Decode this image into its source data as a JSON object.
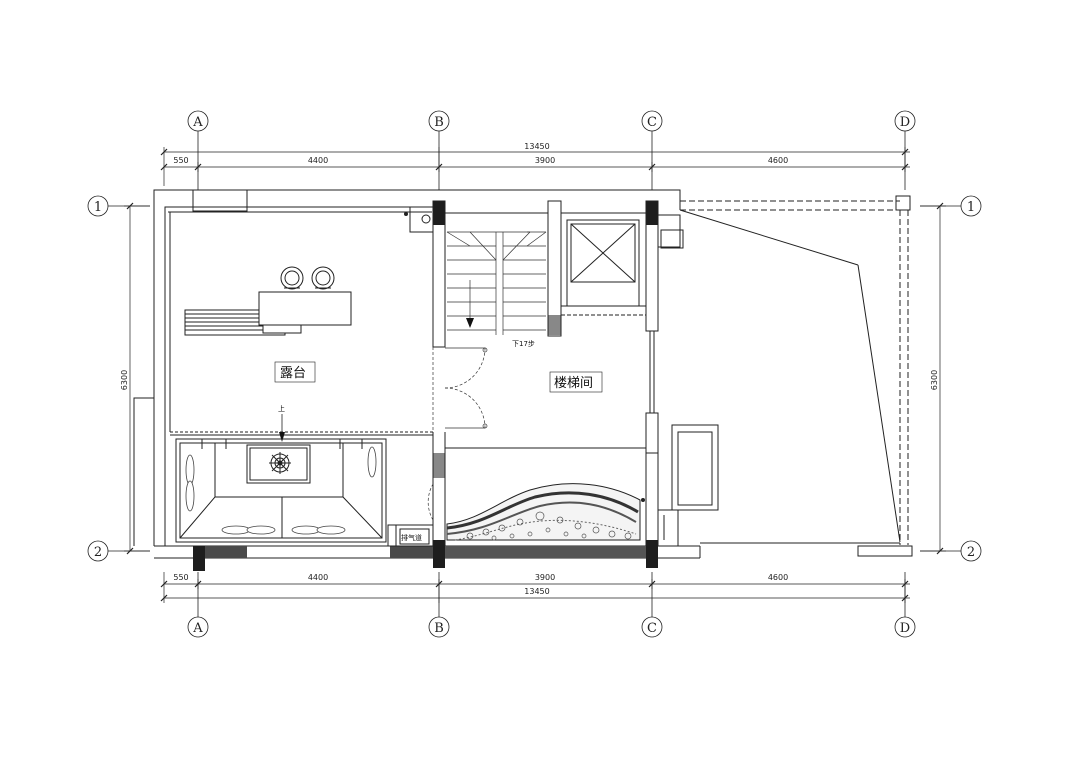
{
  "axes": {
    "columns": [
      "A",
      "B",
      "C",
      "D"
    ],
    "rows": [
      "1",
      "2"
    ]
  },
  "dimensions": {
    "top_total": "13450",
    "top_segments": [
      "550",
      "4400",
      "3900",
      "4600"
    ],
    "bottom_total": "13450",
    "bottom_segments": [
      "550",
      "4400",
      "3900",
      "4600"
    ],
    "left_height": "6300",
    "right_height": "6300"
  },
  "rooms": {
    "terrace": "露台",
    "stairwell": "楼梯间",
    "exhaust_shaft": "排气道"
  },
  "annotations": {
    "stairs_down": "下17步",
    "up_arrow": "上"
  },
  "colors": {
    "line": "#222222",
    "wall_fill": "#3a3a3a",
    "column_fill": "#1e1e1e",
    "hatch": "#777777"
  }
}
